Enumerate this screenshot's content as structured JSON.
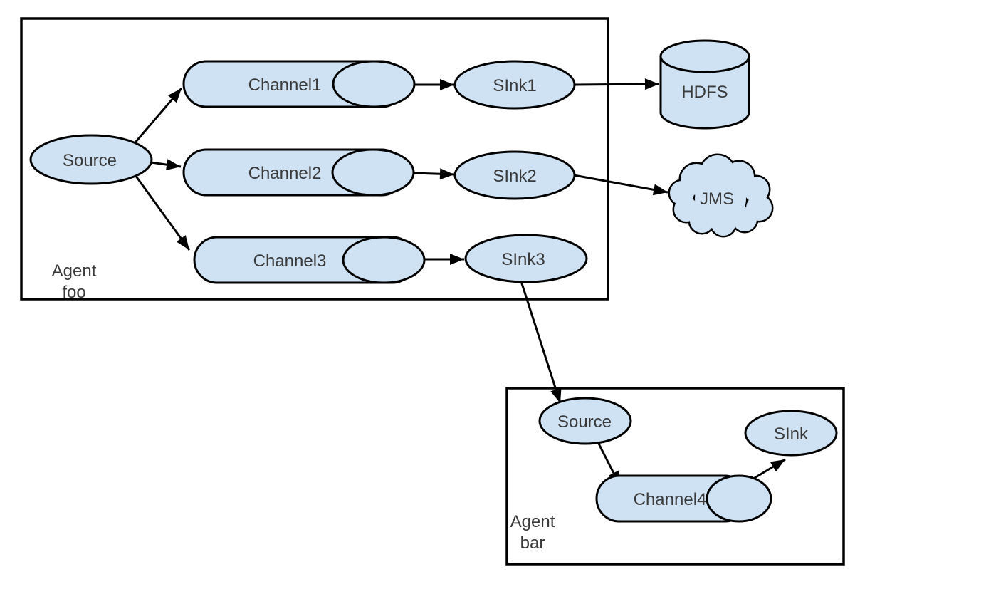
{
  "title": "Flume multi-agent data flow diagram",
  "colors": {
    "background": "#ffffff",
    "node_fill": "#cfe2f3",
    "stroke": "#000000",
    "label": "#3a3a3a"
  },
  "agent_foo": {
    "name_line1": "Agent",
    "name_line2": "foo",
    "source_label": "Source",
    "channel1_label": "Channel1",
    "channel2_label": "Channel2",
    "channel3_label": "Channel3",
    "sink1_label": "SInk1",
    "sink2_label": "SInk2",
    "sink3_label": "SInk3"
  },
  "agent_bar": {
    "name_line1": "Agent",
    "name_line2": "bar",
    "source_label": "Source",
    "channel4_label": "Channel4",
    "sink_label": "SInk"
  },
  "external_systems": {
    "hdfs_label": "HDFS",
    "jms_label": "JMS"
  }
}
